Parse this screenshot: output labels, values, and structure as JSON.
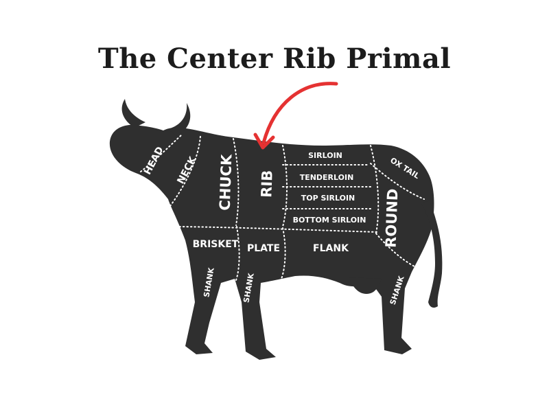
{
  "title": "The Center Rib Primal",
  "colors": {
    "cow": "#2f2f2f",
    "arrow": "#e53232",
    "text": "#ffffff",
    "title": "#1c1c1c"
  },
  "cuts": {
    "head": "HEAD",
    "neck": "NECK",
    "chuck": "CHUCK",
    "rib": "RIB",
    "sirloin": "SIRLOIN",
    "tenderloin": "TENDERLOIN",
    "top_sirloin": "TOP SIRLOIN",
    "bottom_sirloin": "BOTTOM SIRLOIN",
    "ox_tail": "OX TAIL",
    "round": "ROUND",
    "brisket": "BRISKET",
    "plate": "PLATE",
    "flank": "FLANK",
    "shank_front_left": "SHANK",
    "shank_front_right": "SHANK",
    "shank_rear": "SHANK"
  },
  "highlighted_cut": "RIB"
}
